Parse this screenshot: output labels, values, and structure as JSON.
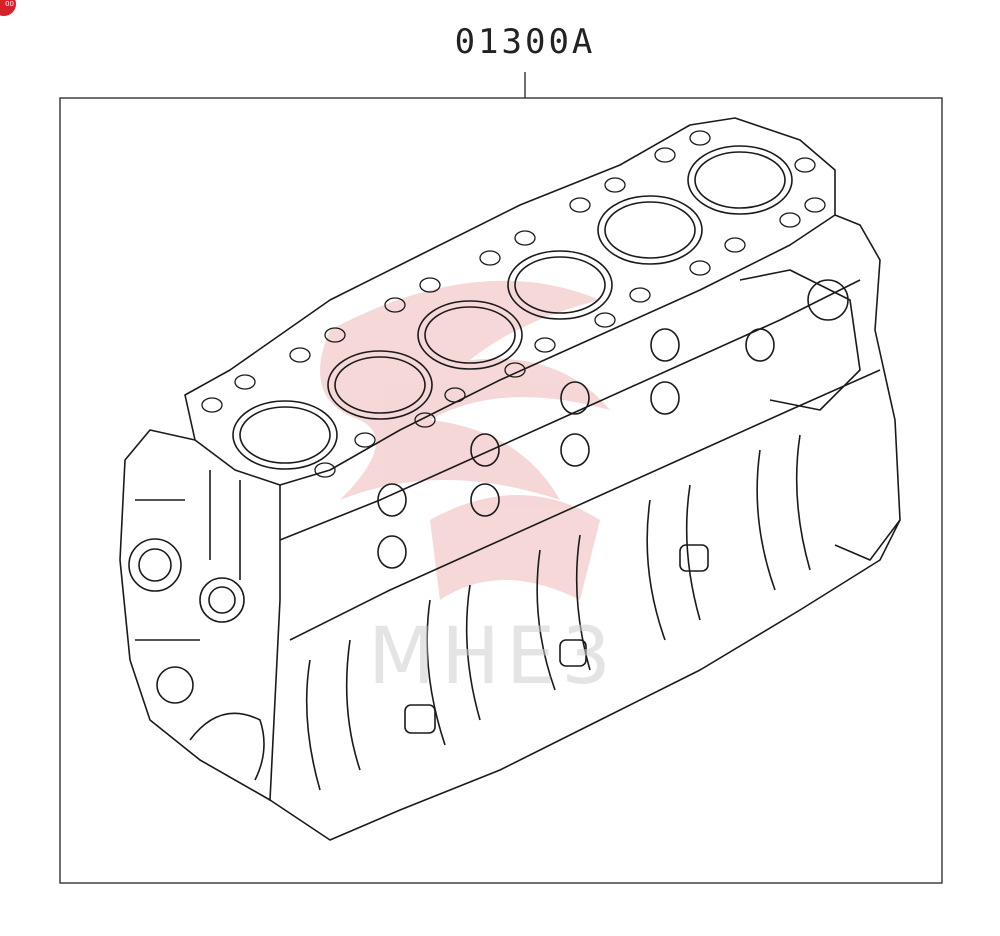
{
  "diagram": {
    "part_number": "01300A",
    "subject": "engine-cylinder-block",
    "cylinder_count": 6
  },
  "watermark": {
    "logo_text": "MHE3",
    "color": "#e8a0a0"
  },
  "badge": {
    "text": "00",
    "color": "#d8202a"
  },
  "colors": {
    "line": "#1a1a1a",
    "frame": "#333333",
    "background": "#ffffff"
  }
}
